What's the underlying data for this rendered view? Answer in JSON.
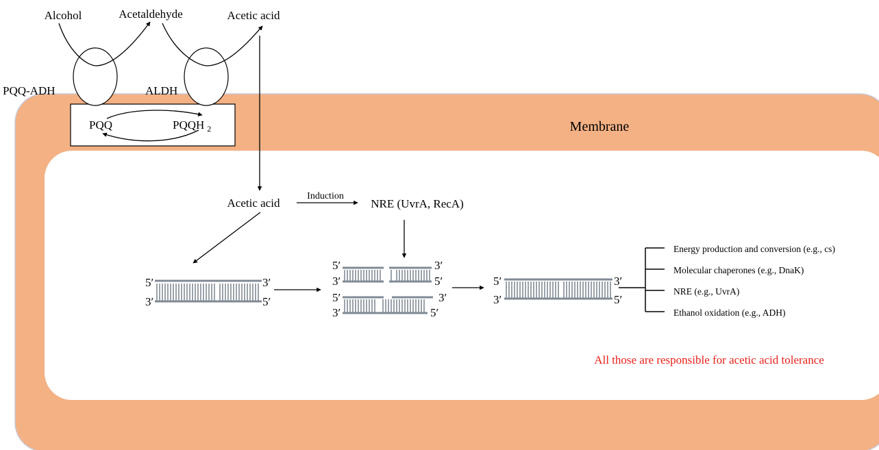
{
  "labels": {
    "alcohol": "Alcohol",
    "acetaldehyde": "Acetaldehyde",
    "acetic_acid_outside": "Acetic acid",
    "pqq_adh": "PQQ-ADH",
    "aldh": "ALDH",
    "pqq": "PQQ",
    "pqqh": "PQQH",
    "pqqh_sub": "2",
    "membrane": "Membrane",
    "acetic_acid_inside": "Acetic acid",
    "induction": "Induction",
    "nre": "NRE (UvrA, RecA)",
    "five_prime": "5′",
    "three_prime": "3′",
    "effects": [
      "Energy production and conversion (e.g., cs)",
      "Molecular chaperones (e.g., DnaK)",
      "NRE (e.g., UvrA)",
      "Ethanol oxidation (e.g., ADH)"
    ],
    "tolerance_note": "All those are responsible for acetic acid tolerance"
  },
  "colors": {
    "membrane": "#f3b184",
    "membrane_border": "#c9c9d6",
    "cytoplasm": "#ffffff",
    "dna_strand": "#808a94",
    "tolerance_text": "#e8201a",
    "arrow": "#000000"
  }
}
